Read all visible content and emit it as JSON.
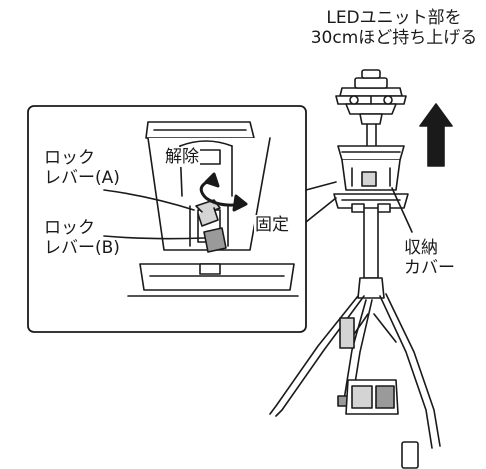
{
  "labels": {
    "led_unit_line1": "LEDユニット部を",
    "led_unit_line2": "30cmほど持ち上げる",
    "lock_lever_a_line1": "ロック",
    "lock_lever_a_line2": "レバー(A)",
    "release": "解除",
    "fix": "固定",
    "lock_lever_b_line1": "ロック",
    "lock_lever_b_line2": "レバー(B)",
    "storage_cover_line1": "収納",
    "storage_cover_line2": "カバー"
  },
  "colors": {
    "line": "#1a1a1a",
    "gray_part": "#9a9a9a",
    "light_gray": "#d4d4d4",
    "background": "#ffffff"
  },
  "icons": [
    "up-arrow-icon",
    "rotate-arrow-icon"
  ]
}
